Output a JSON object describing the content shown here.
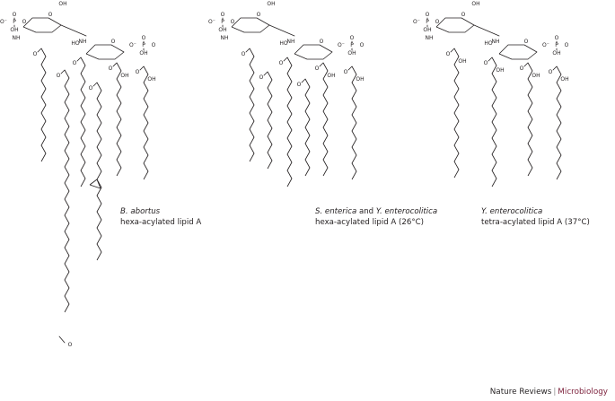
{
  "structures": [
    {
      "species_italic": "B. abortus",
      "description": "hexa-acylated lipid A"
    },
    {
      "species_italic_1": "S. enterica",
      "joiner": " and ",
      "species_italic_2": "Y. enterocolitica",
      "description": "hexa-acylated lipid A (26°C)"
    },
    {
      "species_italic": "Y. enterocolitica",
      "description": "tetra-acylated lipid A (37°C)"
    }
  ],
  "atom_labels": {
    "phosphate_o_minus": "O⁻",
    "phosphate_p": "P",
    "phosphate_oh": "OH",
    "oxygen": "O",
    "nh": "NH",
    "oh": "OH",
    "ho": "HO"
  },
  "credit": {
    "journal": "Nature Reviews",
    "separator": "|",
    "section": "Microbiology"
  }
}
